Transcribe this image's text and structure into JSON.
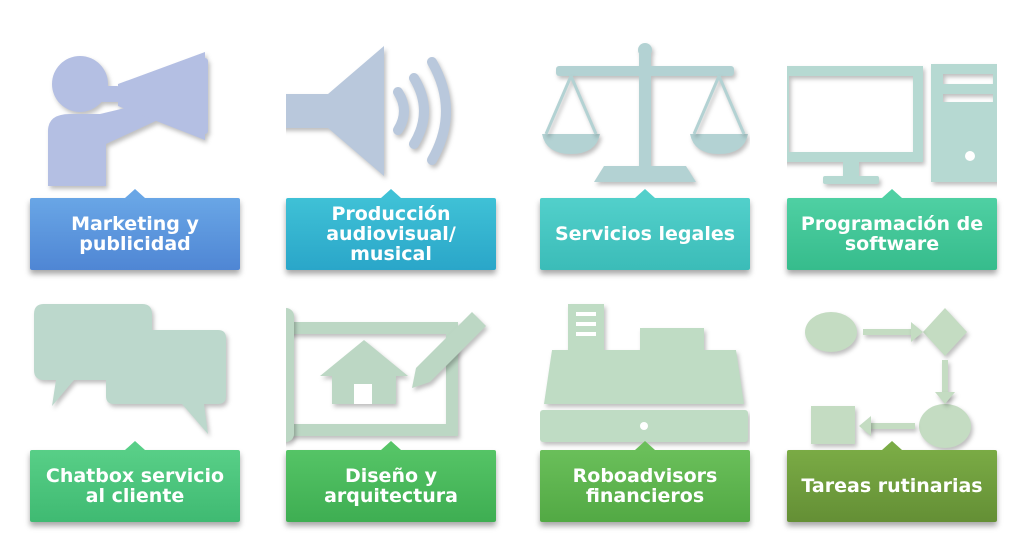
{
  "tiles": [
    {
      "label": "Marketing y\npublicidad",
      "icon": "megaphone-person-icon",
      "color": "#b4bfe3"
    },
    {
      "label": "Producción\naudiovisual/\nmusical",
      "icon": "speaker-sound-icon",
      "color": "#b9c8dc"
    },
    {
      "label": "Servicios legales",
      "icon": "scales-of-justice-icon",
      "color": "#b3d2d3"
    },
    {
      "label": "Programación de\nsoftware",
      "icon": "desktop-computer-icon",
      "color": "#b6d9d2"
    },
    {
      "label": "Chatbox servicio\nal cliente",
      "icon": "chat-bubbles-icon",
      "color": "#bcd8cc"
    },
    {
      "label": "Diseño y\narquitectura",
      "icon": "blueprint-house-pencil-icon",
      "color": "#bcd7c4"
    },
    {
      "label": "Roboadvisors\nfinancieros",
      "icon": "cash-register-icon",
      "color": "#bfdcc4"
    },
    {
      "label": "Tareas rutinarias",
      "icon": "flowchart-icon",
      "color": "#c4dcc2"
    }
  ]
}
